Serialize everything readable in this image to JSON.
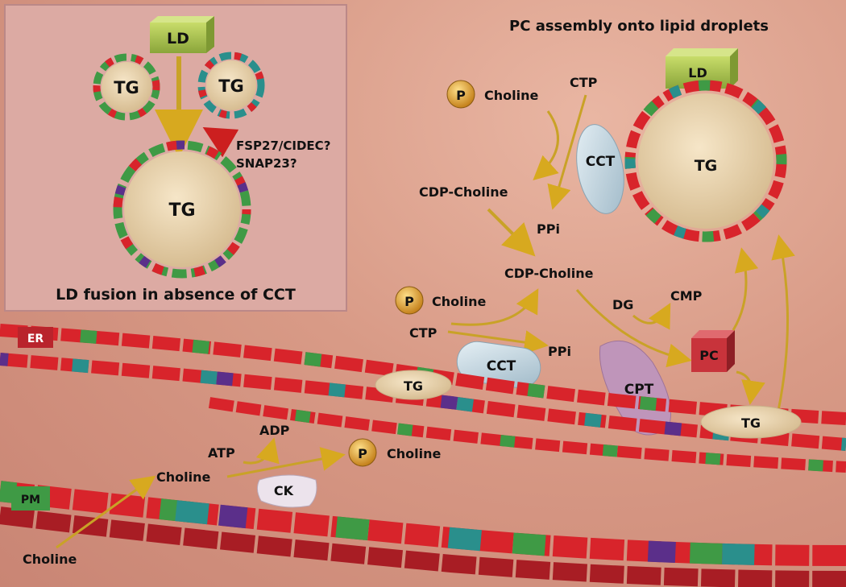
{
  "inset": {
    "caption": "LD fusion in absence of CCT",
    "ld": "LD",
    "tg_small_left": "TG",
    "tg_small_right": "TG",
    "tg_large": "TG",
    "candidate_1": "FSP27/CIDEC?",
    "candidate_2": "SNAP23?"
  },
  "main": {
    "title": "PC assembly onto lipid droplets",
    "ld": "LD",
    "tg_droplet": "TG",
    "phospho_marker": "P",
    "choline_upper": "Choline",
    "ctp_upper": "CTP",
    "cct_upper": "CCT",
    "cdp_choline_upper": "CDP-Choline",
    "ppi_upper": "PPi",
    "cdp_choline_center": "CDP-Choline",
    "choline_mid": "Choline",
    "dg": "DG",
    "cmp": "CMP",
    "ctp_lower": "CTP",
    "ppi_lower": "PPi",
    "cct_lower": "CCT",
    "pc": "PC",
    "cpt": "CPT",
    "er": "ER",
    "tg_er": "TG",
    "tg_er_right": "TG",
    "atp": "ATP",
    "adp": "ADP",
    "choline_cyto": "Choline",
    "phosphocholine_cyto": "Choline",
    "ck": "CK",
    "pm": "PM",
    "choline_outside": "Choline"
  },
  "colors": {
    "membrane_red": "#d8242b",
    "membrane_green": "#3f9a45",
    "membrane_teal": "#2a8f8c",
    "membrane_purple": "#5b2f8a",
    "arrow_gold": "#c9a227",
    "ld_box_green": "#a9c24a",
    "tg_core": "#e8cfa6",
    "cct_blue": "#bcd3df",
    "cpt_purple": "#bf95ba",
    "pc_box_red": "#c8333b",
    "phospho_orange": "#e9a52a",
    "inset_red_arrow": "#cc1f1f"
  }
}
